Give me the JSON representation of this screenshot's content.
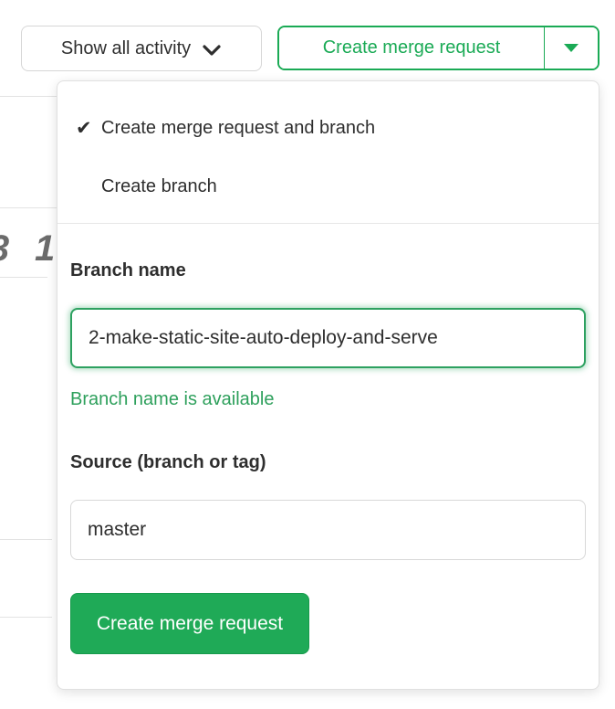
{
  "colors": {
    "accent_green": "#1aaa55",
    "button_fill_green": "#1faa57",
    "success_text_green": "#2ea05c",
    "text_dark": "#2e2e2e",
    "border_gray": "#d6d6d6",
    "divider_gray": "#e7e7e7"
  },
  "toolbar": {
    "activity_button": {
      "label": "Show all activity",
      "icon": "chevron-down-icon"
    },
    "split_button": {
      "label": "Create merge request",
      "icon": "caret-down-icon"
    }
  },
  "dropdown": {
    "menu_items": [
      {
        "label": "Create merge request and branch",
        "checked": true,
        "check_glyph": "✔"
      },
      {
        "label": "Create branch",
        "checked": false,
        "check_glyph": ""
      }
    ],
    "form": {
      "branch_name": {
        "label": "Branch name",
        "value": "2-make-static-site-auto-deploy-and-serve",
        "help": "Branch name is available"
      },
      "source": {
        "label": "Source (branch or tag)",
        "value": "master"
      },
      "submit_label": "Create merge request"
    }
  },
  "background": {
    "partial_numeral_left": "3",
    "partial_numeral_right": "1"
  }
}
